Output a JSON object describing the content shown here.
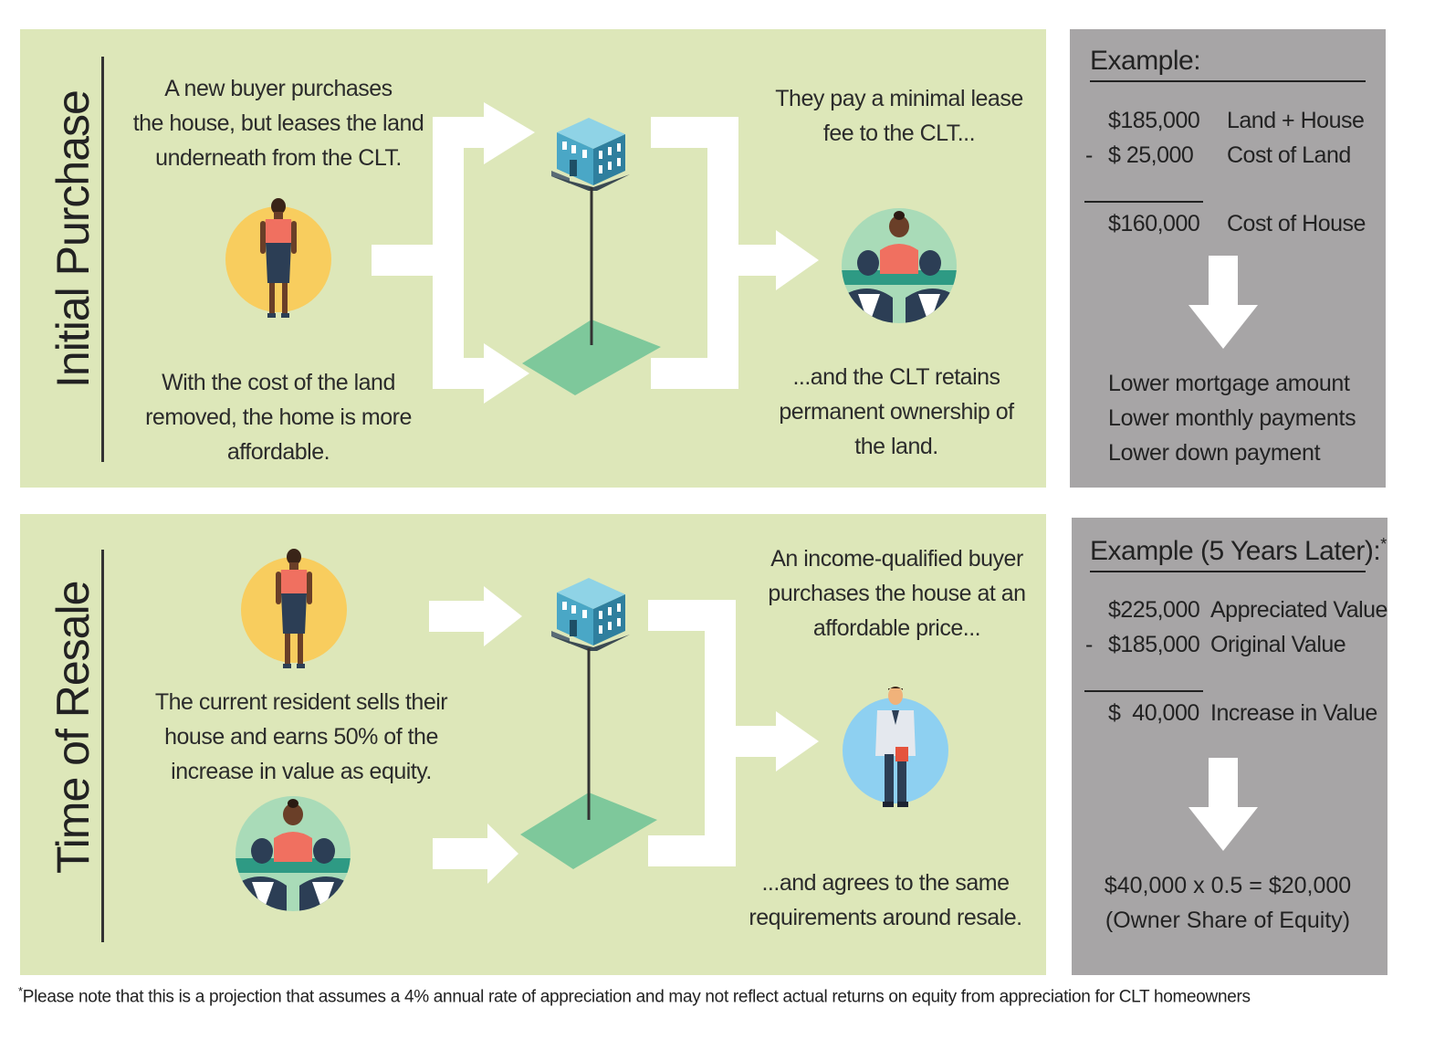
{
  "initial": {
    "title": "Initial Purchase",
    "buyer_text": "A new buyer purchases\nthe house, but leases the land\nunderneath from the CLT.",
    "cost_text": "With the cost of the land\nremoved, the home is more\naffordable.",
    "lease_text": "They pay a minimal lease\nfee to the CLT...",
    "retain_text": "...and the CLT retains\npermanent ownership of\nthe land."
  },
  "example1": {
    "title": "Example:",
    "rows": [
      {
        "sign": "",
        "amount": "$185,000",
        "label": "Land + House"
      },
      {
        "sign": "-",
        "amount": "$ 25,000",
        "label": "Cost of Land"
      },
      {
        "sign": "",
        "amount": "$160,000",
        "label": "Cost of House"
      }
    ],
    "benefits": [
      "Lower mortgage amount",
      "Lower monthly payments",
      "Lower down payment"
    ]
  },
  "resale": {
    "title": "Time of Resale",
    "sell_text": "The current resident sells their\nhouse and earns 50% of the\nincrease in value as equity.",
    "buyer_text": "An income-qualified buyer\npurchases the house at an\naffordable price...",
    "agree_text": "...and agrees to the same\nrequirements around resale."
  },
  "example2": {
    "title": "Example (5 Years Later):",
    "title_mark": "*",
    "rows": [
      {
        "sign": "",
        "amount": "$225,000",
        "label": "Appreciated Value"
      },
      {
        "sign": "-",
        "amount": "$185,000",
        "label": "Original Value"
      },
      {
        "sign": "",
        "amount": "$  40,000",
        "label": "Increase in Value"
      }
    ],
    "calc": "$40,000 x 0.5 = $20,000",
    "calc_note": "(Owner Share of Equity)"
  },
  "footnote": {
    "mark": "*",
    "text": "Please note that this is a projection that assumes a 4% annual rate of appreciation and may not reflect actual returns on equity from appreciation for CLT homeowners"
  },
  "colors": {
    "panel_green": "#dde7b9",
    "panel_grey": "#a7a5a6",
    "land_green": "#7ec89b",
    "person_circle_yellow": "#f8cd5e",
    "person_circle_blue": "#8ed0f1",
    "building_blue": "#5cb8d4"
  }
}
